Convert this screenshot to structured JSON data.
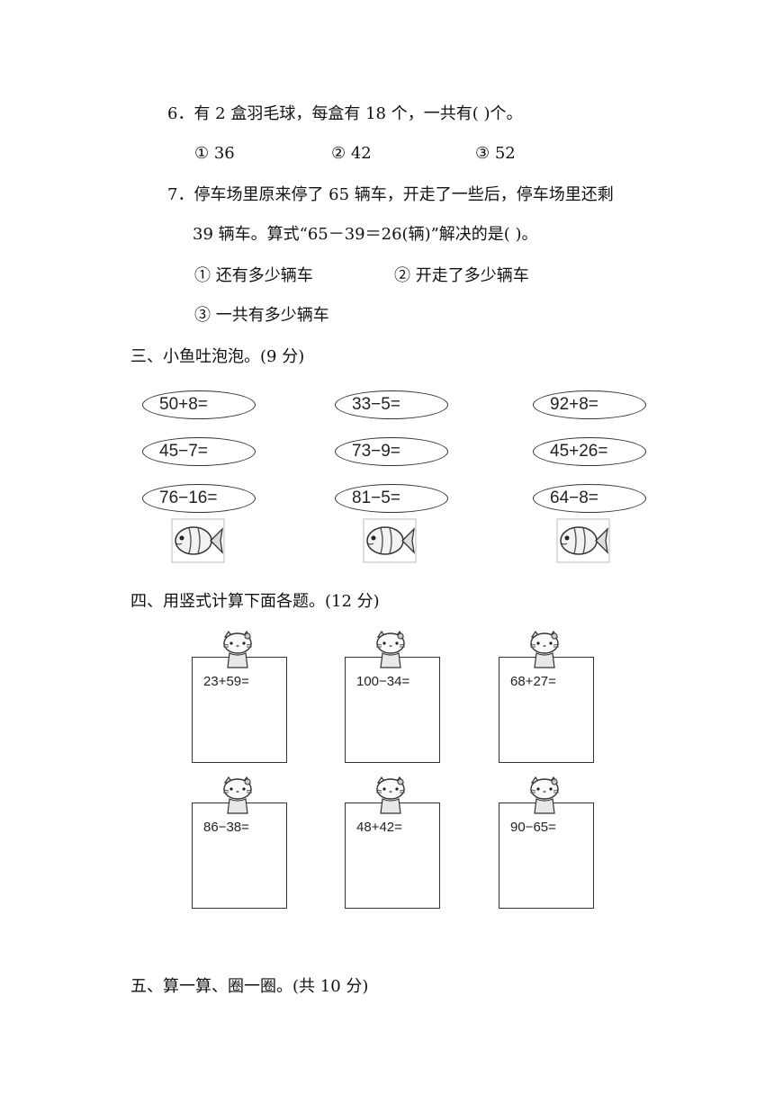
{
  "q6": {
    "text": "6．有 2 盒羽毛球，每盒有 18 个，一共有(        )个。",
    "options": [
      "① 36",
      "② 42",
      "③ 52"
    ]
  },
  "q7": {
    "line1": "7．停车场里原来停了 65 辆车，开走了一些后，停车场里还剩",
    "line2": "39 辆车。算式“65－39＝26(辆)”解决的是(        )。",
    "options": [
      "① 还有多少辆车",
      "② 开走了多少辆车",
      "③ 一共有多少辆车"
    ]
  },
  "section3": {
    "title": "三、小鱼吐泡泡。(9 分)",
    "bubbles": [
      [
        "50+8=",
        "45−7=",
        "76−16="
      ],
      [
        "33−5=",
        "73−9=",
        "81−5="
      ],
      [
        "92+8=",
        "45+26=",
        "64−8="
      ]
    ],
    "icon": "fish-icon"
  },
  "section4": {
    "title": "四、用竖式计算下面各题。(12 分)",
    "cards": [
      "23+59=",
      "100−34=",
      "68+27=",
      "86−38=",
      "48+42=",
      "90−65="
    ],
    "icon": "kitty-icon"
  },
  "section5": {
    "title": "五、算一算、圈一圈。(共 10 分)"
  }
}
